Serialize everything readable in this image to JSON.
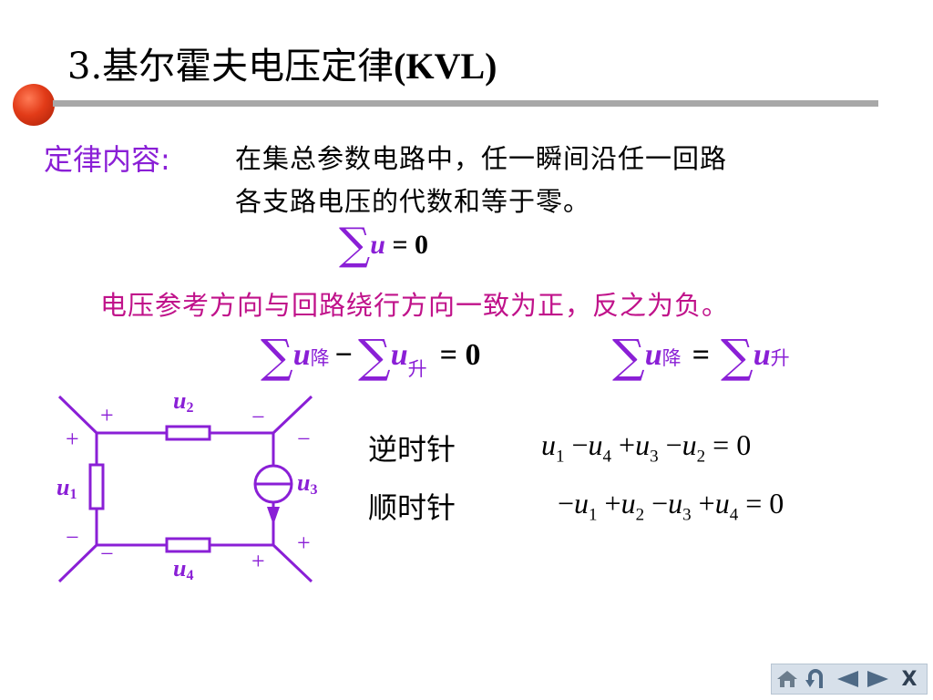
{
  "title": {
    "number": "3.",
    "main": "基尔霍夫电压定律",
    "abbr": "(KVL)"
  },
  "law": {
    "label": "定律内容:",
    "line1": "在集总参数电路中，任一瞬间沿任一回路",
    "line2": "各支路电压的代数和等于零。"
  },
  "formula_sum": {
    "sigma": "∑",
    "var": "u",
    "rest": " = 0"
  },
  "rule": "电压参考方向与回路绕行方向一致为正，反之为负。",
  "formula_drop_rise": {
    "sigma": "∑",
    "var": "u",
    "sub_drop": "降",
    "minus": "−",
    "sub_rise": "升",
    "rest": "= 0"
  },
  "formula_equal": {
    "sigma": "∑",
    "var": "u",
    "sub_drop": "降",
    "equals": "=",
    "sub_rise": "升"
  },
  "circuit": {
    "labels": {
      "u1": "u",
      "u1_sub": "1",
      "u2": "u",
      "u2_sub": "2",
      "u3": "u",
      "u3_sub": "3",
      "u4": "u",
      "u4_sub": "4"
    },
    "signs": {
      "plus": "+",
      "minus": "−"
    },
    "color": "#8a1fd6"
  },
  "equations": [
    {
      "label": "逆时针",
      "expr": [
        [
          "",
          "u",
          "1"
        ],
        [
          "−",
          "u",
          "4"
        ],
        [
          "+",
          "u",
          "3"
        ],
        [
          "−",
          "u",
          "2"
        ]
      ],
      "rhs": "= 0"
    },
    {
      "label": "顺时针",
      "expr": [
        [
          "−",
          "u",
          "1"
        ],
        [
          "+",
          "u",
          "2"
        ],
        [
          "−",
          "u",
          "3"
        ],
        [
          "+",
          "u",
          "4"
        ]
      ],
      "rhs": "= 0"
    }
  ],
  "nav": {
    "icons": [
      "home-icon",
      "return-icon",
      "previous-icon",
      "next-icon",
      "close-icon"
    ],
    "close_label": "X"
  },
  "colors": {
    "accent_purple": "#8a1fd6",
    "accent_magenta": "#c0128a",
    "bullet_red": "#e23b18",
    "rule_gray": "#a8a8a8"
  }
}
